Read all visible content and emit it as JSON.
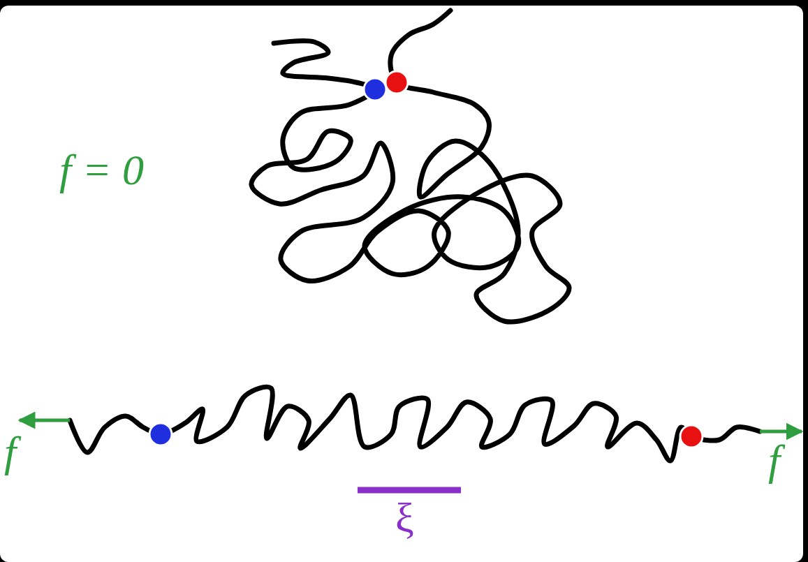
{
  "diagram": {
    "labels": [
      "f = 0",
      "f",
      "f",
      "ξ"
    ]
  }
}
